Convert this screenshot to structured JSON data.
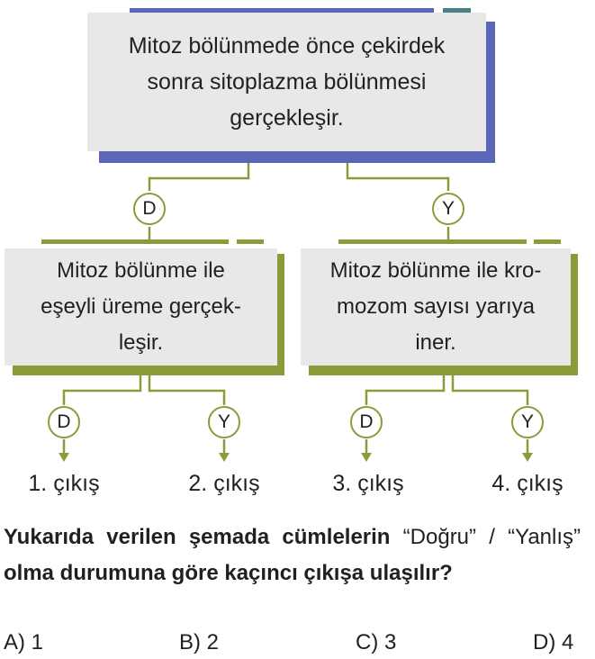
{
  "boxes": {
    "top": "Mitoz bölünmede önce çekirdek\nsonra sitoplazma bölünmesi\ngerçekleşir.",
    "left": "Mitoz bölünme ile\neşeyli üreme gerçek-\nleşir.",
    "right": "Mitoz bölünme ile kro-\nmozom sayısı yarıya\niner."
  },
  "branch_labels": {
    "top_true": "D",
    "top_false": "Y",
    "left_true": "D",
    "left_false": "Y",
    "right_true": "D",
    "right_false": "Y"
  },
  "exits": [
    "1. çıkış",
    "2. çıkış",
    "3. çıkış",
    "4. çıkış"
  ],
  "question": {
    "part1": "Yukarıda verilen şemada cümlelerin",
    "quote1": "“Doğru” /",
    "quote2": "“Yanlış”",
    "part2": "olma durumuna göre kaçıncı çıkışa ulaşılır?"
  },
  "options": [
    "A) 1",
    "B) 2",
    "C) 3",
    "D) 4"
  ],
  "colors": {
    "top_box_shadow": "#5b67b6",
    "bottom_box_shadow": "#8b9b3a",
    "box_fill": "#e8e8e8",
    "connector": "#8b9b3a"
  }
}
